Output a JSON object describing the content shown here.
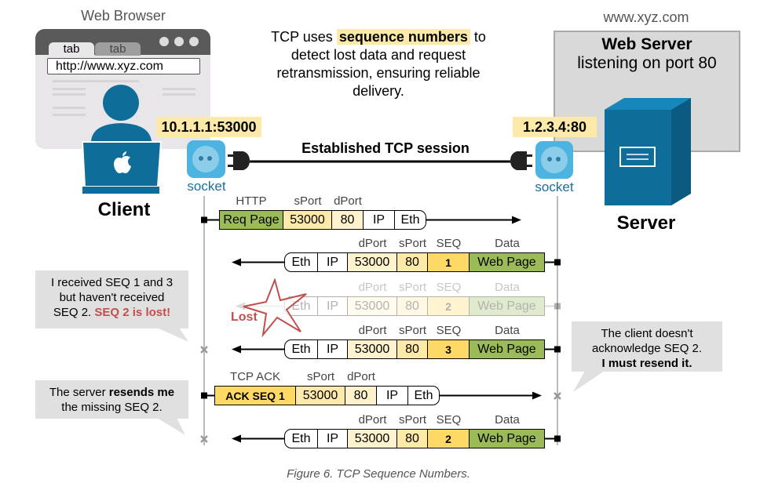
{
  "client": {
    "title": "Web Browser",
    "tabs": [
      "tab",
      "tab"
    ],
    "url": "http://www.xyz.com",
    "label": "Client",
    "ip": "10.1.1.1:53000",
    "socket": "socket"
  },
  "server": {
    "domain": "www.xyz.com",
    "title": "Web Server",
    "subtitle": "listening on port 80",
    "label": "Server",
    "ip": "1.2.3.4:80",
    "socket": "socket"
  },
  "intro": {
    "pre": "TCP uses ",
    "highlight": "sequence numbers",
    "post": " to",
    "line2": "detect lost data and request",
    "line3": "retransmission, ensuring reliable",
    "line4": "delivery."
  },
  "session_label": "Established TCP session",
  "packets": [
    {
      "dir": "to-server",
      "headers": [
        "HTTP",
        "sPort",
        "dPort",
        "",
        ""
      ],
      "fields": [
        "Req Page",
        "53000",
        "80",
        "IP",
        "Eth"
      ]
    },
    {
      "dir": "to-client",
      "headers": [
        "",
        "",
        "dPort",
        "sPort",
        "SEQ",
        "Data"
      ],
      "fields": [
        "Eth",
        "IP",
        "53000",
        "80",
        "1",
        "Web Page"
      ]
    },
    {
      "dir": "to-client",
      "lost": true,
      "headers": [
        "",
        "",
        "dPort",
        "sPort",
        "SEQ",
        "Data"
      ],
      "fields": [
        "Eth",
        "IP",
        "53000",
        "80",
        "2",
        "Web Page"
      ]
    },
    {
      "dir": "to-client",
      "headers": [
        "",
        "",
        "dPort",
        "sPort",
        "SEQ",
        "Data"
      ],
      "fields": [
        "Eth",
        "IP",
        "53000",
        "80",
        "3",
        "Web Page"
      ]
    },
    {
      "dir": "to-server",
      "headers": [
        "TCP ACK",
        "sPort",
        "dPort",
        "",
        ""
      ],
      "fields": [
        "ACK SEQ 1",
        "53000",
        "80",
        "IP",
        "Eth"
      ]
    },
    {
      "dir": "to-client",
      "headers": [
        "",
        "",
        "dPort",
        "sPort",
        "SEQ",
        "Data"
      ],
      "fields": [
        "Eth",
        "IP",
        "53000",
        "80",
        "2",
        "Web Page"
      ]
    }
  ],
  "lost_label": "Lost",
  "bubbles": {
    "client_received": {
      "l1": "I received SEQ 1 and 3",
      "l2": "but haven't received",
      "l3a": "SEQ 2. ",
      "l3b": "SEQ 2 is lost!"
    },
    "client_resend": {
      "l1a": "The server ",
      "l1b": "resends me",
      "l2": "the missing SEQ 2."
    },
    "server_resend": {
      "l1": "The client doesn't",
      "l2": "acknowledge SEQ 2.",
      "l3": "I must resend it."
    }
  },
  "caption": "Figure 6. TCP Sequence Numbers.",
  "colors": {
    "green": "#9bbb59",
    "yellow": "#ffd966",
    "light_yellow": "#fde9a8",
    "cream": "#fff2cc",
    "blue": "#0f6e99",
    "socket_blue": "#4db3e0",
    "lost_red": "#c0504d"
  }
}
